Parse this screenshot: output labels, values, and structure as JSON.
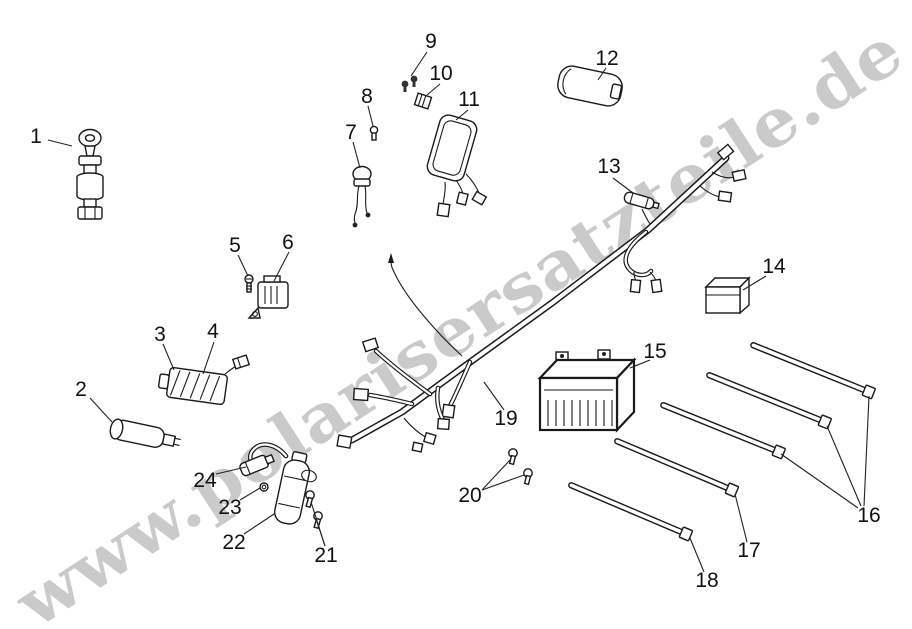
{
  "watermark": {
    "text": "www.polarisersatzteile.de",
    "color": "#c8c8c8"
  },
  "part_numbers": [
    "1",
    "2",
    "3",
    "4",
    "5",
    "6",
    "7",
    "8",
    "9",
    "10",
    "11",
    "12",
    "13",
    "14",
    "15",
    "16",
    "17",
    "18",
    "19",
    "20",
    "21",
    "22",
    "23",
    "24"
  ]
}
